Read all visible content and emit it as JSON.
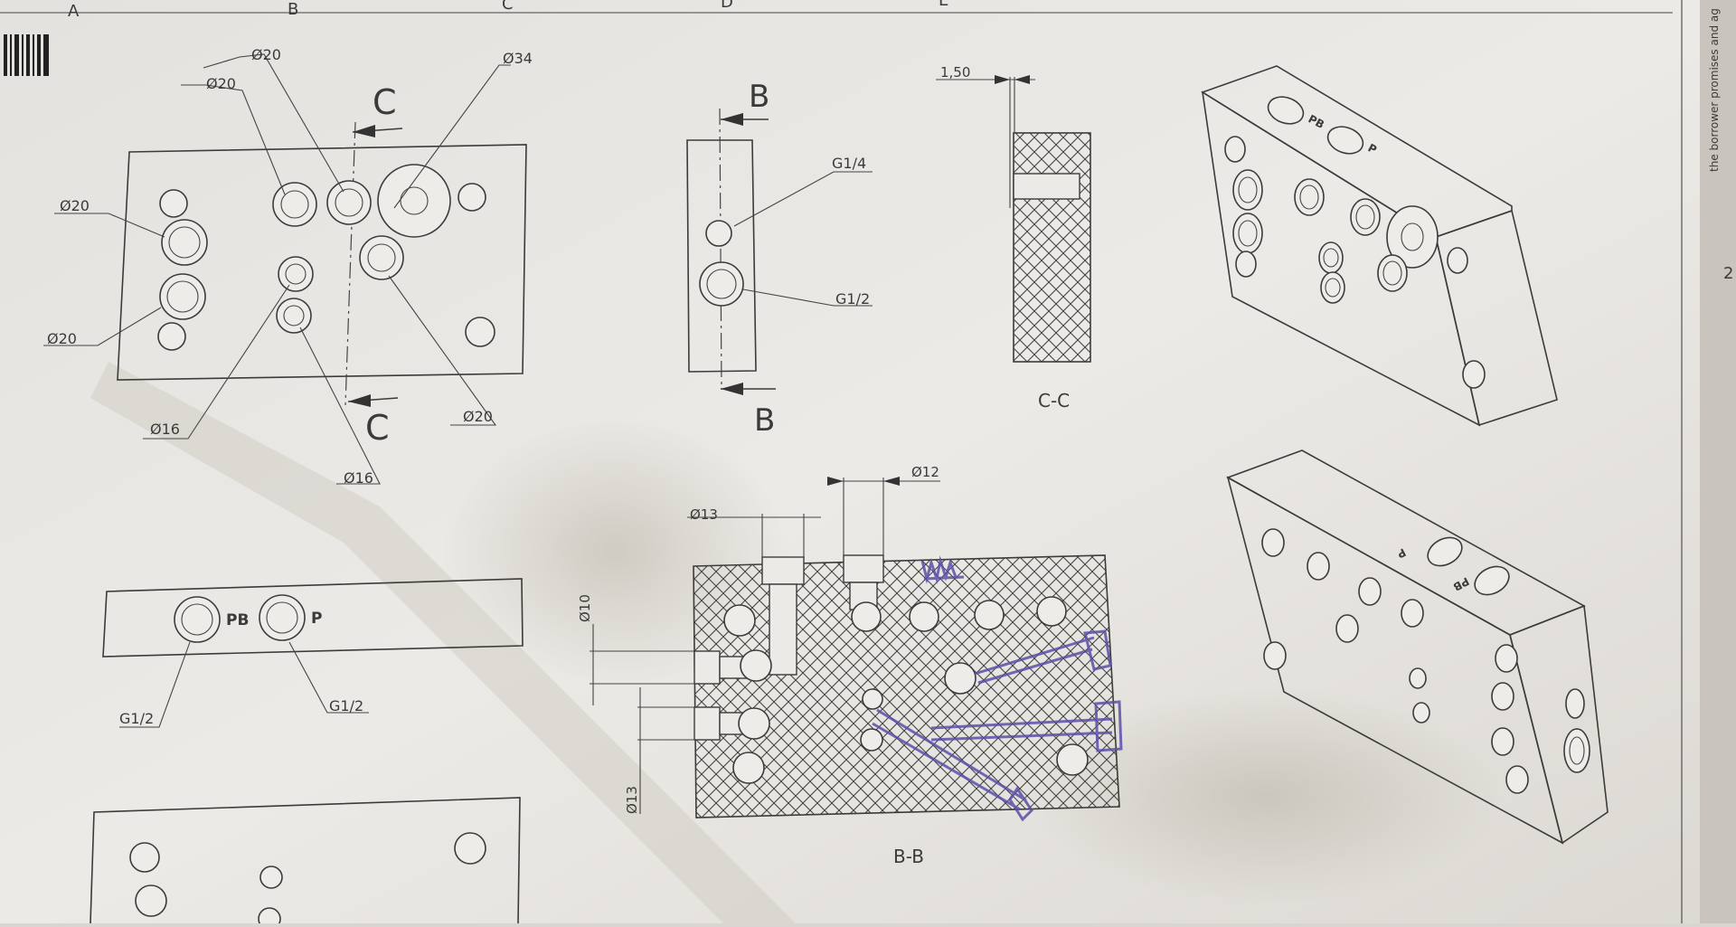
{
  "sheet": {
    "columns": [
      "A",
      "B",
      "C",
      "D",
      "E"
    ],
    "row_number": "2",
    "margin_note": "the borrower promises and ag",
    "colors": {
      "paper": "#e9e7e3",
      "ink": "#3b3b3b",
      "pen": "#5b4fa8"
    }
  },
  "front_view": {
    "labels": {
      "d20_a": "Ø20",
      "d20_b": "Ø20",
      "d34": "Ø34",
      "d20_left_top": "Ø20",
      "d20_left_bottom": "Ø20",
      "d16_a": "Ø16",
      "d16_b": "Ø16",
      "d20_right": "Ø20"
    },
    "section_marker_top": "C",
    "section_marker_bottom": "C"
  },
  "side_view": {
    "section_marker_top": "B",
    "section_marker_bottom": "B",
    "g14": "G1/4",
    "g12": "G1/2"
  },
  "section_cc": {
    "dim": "1,50",
    "caption": "C-C"
  },
  "top_view": {
    "port_pb": "PB",
    "port_p": "P",
    "g12_left": "G1/2",
    "g12_right": "G1/2"
  },
  "section_bb": {
    "dim_d13_top": "Ø13",
    "dim_d12": "Ø12",
    "dim_d10": "Ø10",
    "dim_d13_side": "Ø13",
    "caption": "B-B"
  },
  "iso_top": {
    "port_pb": "PB",
    "port_p": "P"
  },
  "iso_bottom": {
    "port_pb": "PB",
    "port_p": "P"
  }
}
